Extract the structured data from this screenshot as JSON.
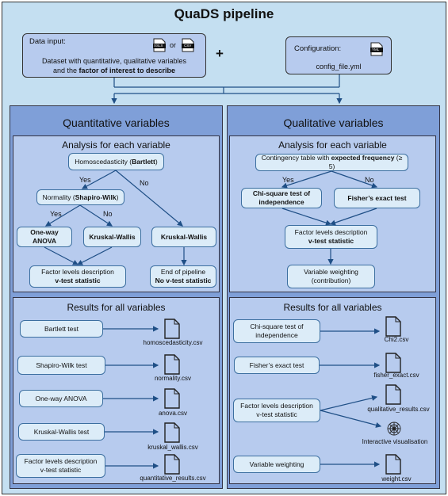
{
  "title": "QuaDS pipeline",
  "input": {
    "heading": "Data input:",
    "xlsx": "XSLX",
    "or": "or",
    "csv": "CSV",
    "line1": "Dataset with quantitative, qualitative variables",
    "line2a": "and the ",
    "line2b": "factor of interest to describe"
  },
  "plus": "+",
  "config": {
    "heading": "Configuration:",
    "yml": "YML",
    "file": "config_file.yml"
  },
  "quant": {
    "title": "Quantitative variables",
    "analysis_title": "Analysis for each variable",
    "homosced": "Homoscedasticity (",
    "homosced_b": "Bartlett",
    "homosced_end": ")",
    "yes1": "Yes",
    "no1": "No",
    "normality": "Normality (",
    "normality_b": "Shapiro-Wilk",
    "normality_end": ")",
    "yes2": "Yes",
    "no2": "No",
    "anova": "One-way ANOVA",
    "kruskal1": "Kruskal-Wallis",
    "kruskal2": "Kruskal-Wallis",
    "factor_desc": "Factor levels description",
    "vtest": "v-test statistic",
    "end_pipeline": "End of pipeline",
    "no_vtest": "No v-test statistic",
    "results_title": "Results for all variables",
    "results": [
      {
        "label": "Bartlett test",
        "file": "homoscedasticity.csv"
      },
      {
        "label": "Shapiro-Wilk test",
        "file": "normality.csv"
      },
      {
        "label": "One-way ANOVA",
        "file": "anova.csv"
      },
      {
        "label": "Kruskal-Wallis test",
        "file": "kruskal_wallis.csv"
      },
      {
        "label": "Factor levels description\nv-test statistic",
        "file": "quantitative_results.csv"
      }
    ]
  },
  "qual": {
    "title": "Qualitative variables",
    "analysis_title": "Analysis for each variable",
    "contingency": "Contingency table with ",
    "contingency_b": "expected frequency",
    "contingency_end": " (≥ 5)",
    "yes": "Yes",
    "no": "No",
    "chi": "Chi-square test of independence",
    "fisher": "Fisher’s exact test",
    "factor_desc": "Factor levels description",
    "vtest": "v-test statistic",
    "weighting": "Variable weighting",
    "contribution": "(contribution)",
    "results_title": "Results for all variables",
    "results": [
      {
        "label": "Chi-square test of\nindependence",
        "file": "Chi2.csv"
      },
      {
        "label": "Fisher’s exact test",
        "file": "fisher_exact.csv"
      },
      {
        "label": "Factor levels description\nv-test statistic",
        "file": "qualitative_results.csv"
      },
      {
        "label": "Variable weighting",
        "file": "weight.csv"
      }
    ],
    "interactive": "Interactive visualisation"
  }
}
